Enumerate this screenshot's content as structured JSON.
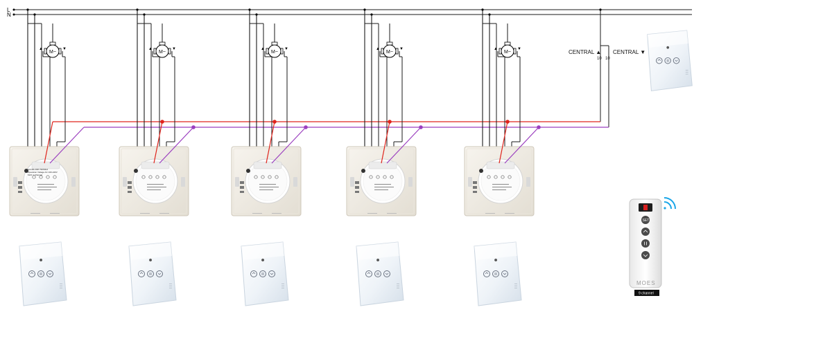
{
  "bus": {
    "line_label": "L",
    "neutral_label": "N"
  },
  "central": {
    "up_label": "CENTRAL ▲",
    "down_label": "CENTRAL ▼"
  },
  "motor": {
    "symbol": "M~",
    "up_mark": "▲",
    "down_mark": "▼"
  },
  "module": {
    "print_lines": [
      "AC100-240V 50/60Hz",
      "Operation Voltage AC 100-240V",
      "MAX 1 Channel"
    ]
  },
  "remote": {
    "brand": "MOES",
    "set_label": "SET",
    "caption": "9 channel"
  },
  "colors": {
    "red_wire": "#e0241c",
    "purple_wire": "#9b3fbf",
    "black_wire": "#1a1a1a",
    "wifi_blue": "#1aa6e8"
  }
}
